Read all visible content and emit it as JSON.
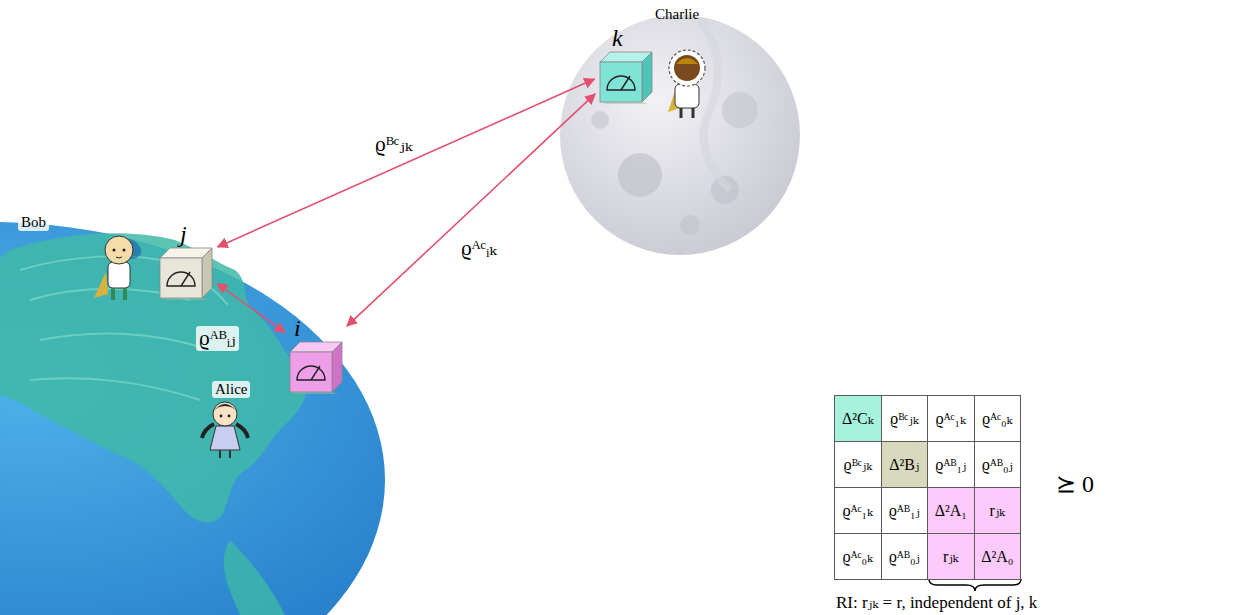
{
  "diagram": {
    "nodes": [
      {
        "text": [
          "k"
        ]
      },
      {
        "text": [
          "j"
        ]
      },
      {
        "text": [
          "i"
        ]
      }
    ],
    "edges": [
      {
        "from": 1,
        "to": 0,
        "arrow": "both",
        "label": "ϱᴮᶜⱼₖ"
      },
      {
        "from": 2,
        "to": 0,
        "arrow": "both",
        "label": "ϱᴬᶜᵢₖ"
      },
      {
        "from": 1,
        "to": 2,
        "arrow": "both",
        "label": "ϱᴬᴮᵢⱼ"
      }
    ],
    "labels": [
      "Charlie",
      "Bob",
      "Alice",
      "Δ²Cₖ",
      "ϱᴮᶜⱼₖ",
      "ϱᴬᶜ₁ₖ",
      "ϱᴬᶜ₀ₖ",
      "ϱᴮᶜⱼₖ",
      "Δ²Bⱼ",
      "ϱᴬᴮ₁ⱼ",
      "ϱᴬᴮ₀ⱼ",
      "ϱᴬᶜ₁ₖ",
      "ϱᴬᴮ₁ⱼ",
      "Δ²A₁",
      "rⱼₖ",
      "ϱᴬᶜ₀ₖ",
      "ϱᴬᴮ₀ⱼ",
      "rⱼₖ",
      "Δ²A₀",
      "⪰ 0",
      "RI: rⱼₖ = r, independent of j, k"
    ]
  }
}
